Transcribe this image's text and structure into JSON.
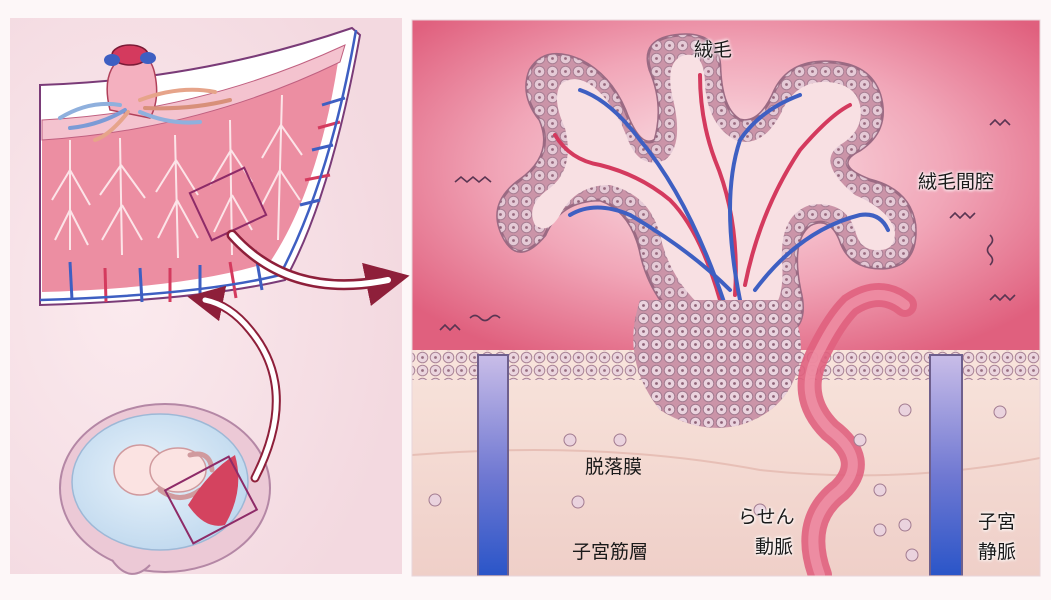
{
  "labels": {
    "villus": "絨毛",
    "intervillous_space": "絨毛間腔",
    "decidua": "脱落膜",
    "myometrium": "子宮筋層",
    "spiral_artery_line1": "らせん",
    "spiral_artery_line2": "動脈",
    "uterine_vein_line1": "子宮",
    "uterine_vein_line2": "静脈"
  },
  "colors": {
    "maternal_blood": "#e0607e",
    "artery": "#d43a5e",
    "vein": "#3e5fc2",
    "villus_tissue": "#cf9aab",
    "decidua": "#f6dcd6",
    "arrow": "#8e1f3a"
  }
}
